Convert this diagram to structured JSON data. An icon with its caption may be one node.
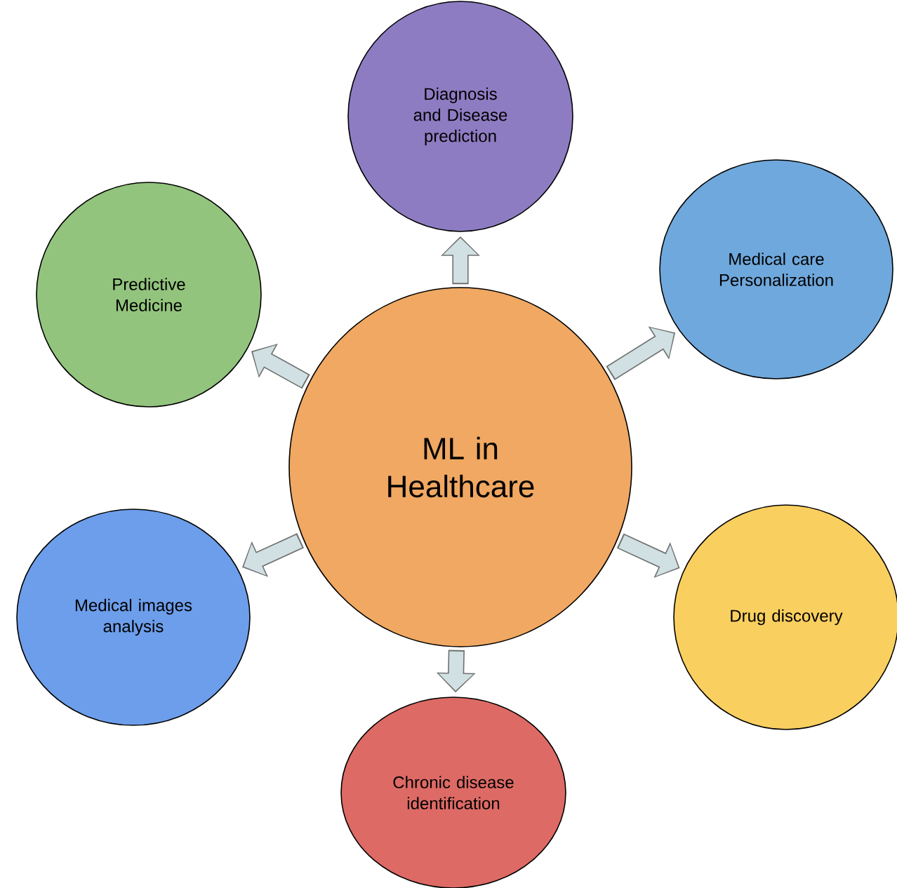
{
  "diagram": {
    "nodes": [
      {
        "text": [
          "ML in Healthcare"
        ]
      },
      {
        "text": [
          "Diagnosis and Disease prediction"
        ]
      },
      {
        "text": [
          "Medical care Personalization"
        ]
      },
      {
        "text": [
          "Drug discovery"
        ]
      },
      {
        "text": [
          "Chronic disease identification"
        ]
      },
      {
        "text": [
          "Medical images analysis"
        ]
      },
      {
        "text": [
          "Predictive Medicine"
        ]
      }
    ],
    "edges": [
      {
        "from": 0,
        "to": 1,
        "arrow": "to"
      },
      {
        "from": 0,
        "to": 2,
        "arrow": "to"
      },
      {
        "from": 0,
        "to": 3,
        "arrow": "to"
      },
      {
        "from": 0,
        "to": 4,
        "arrow": "to"
      },
      {
        "from": 0,
        "to": 5,
        "arrow": "to"
      },
      {
        "from": 0,
        "to": 6,
        "arrow": "to"
      }
    ]
  }
}
